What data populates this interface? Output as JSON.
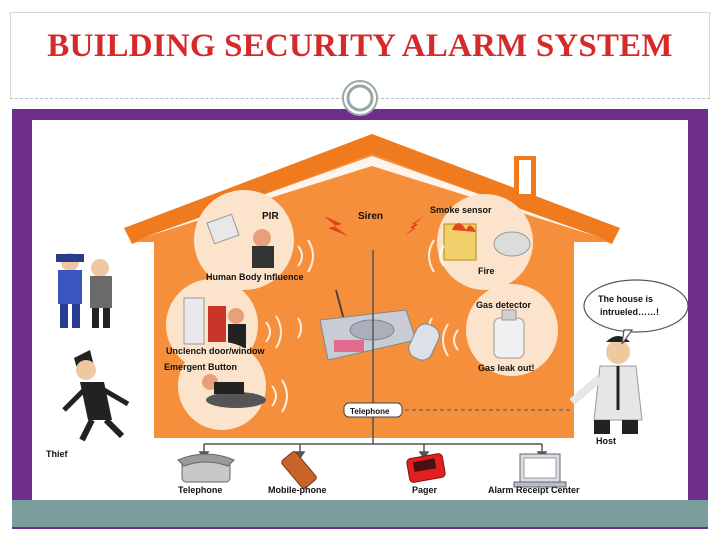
{
  "slide": {
    "title": "BUILDING SECURITY ALARM SYSTEM"
  },
  "diagram": {
    "labels": {
      "pir": "PIR",
      "siren": "Siren",
      "smoke_sensor": "Smoke sensor",
      "human_body_influence": "Human Body Influence",
      "fire": "Fire",
      "gas_detector": "Gas detector",
      "unclench_door_window": "Unclench door/window",
      "gas_leak_out": "Gas leak out!",
      "emergent_button": "Emergent Button",
      "telephone_line": "Telephone",
      "thief": "Thief",
      "host": "Host"
    },
    "speech_bubble": {
      "line1": "The house is",
      "line2": "intrueled……!"
    },
    "outputs": {
      "telephone": "Telephone",
      "mobile_phone": "Mobile-phone",
      "pager": "Pager",
      "alarm_receipt_center": "Alarm Receipt Center"
    }
  },
  "colors": {
    "title": "#d62a2a",
    "band": "#6d2e8c",
    "house_fill": "#f58f3c",
    "house_outline": "#f07a1e",
    "bottom_strip": "#7a9d9d"
  }
}
